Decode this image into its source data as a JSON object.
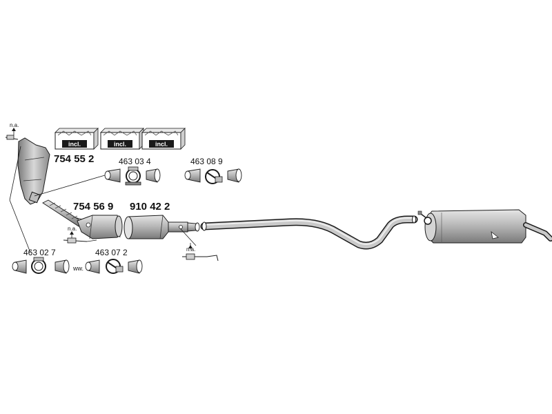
{
  "labels": {
    "na": "n.a.",
    "incl": "incl.",
    "ww": "ww."
  },
  "part_numbers": {
    "cat_front": "754 55 2",
    "clamp_set_a": "463 03 4",
    "clamp_set_b": "463 08 9",
    "cat_middle": "754 56 9",
    "dpf_filter": "910 42 2",
    "clamp_set_c": "463 02 7",
    "clamp_set_d": "463 07 2"
  },
  "colors": {
    "part_fill": "#c8c8c8",
    "part_dark": "#8a8a8a",
    "outline": "#1a1a1a"
  }
}
